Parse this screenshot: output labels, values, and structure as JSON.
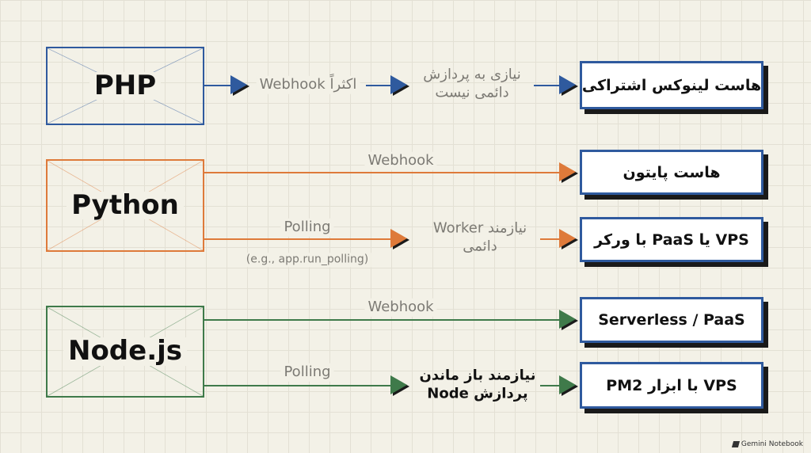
{
  "colors": {
    "php": "#2f5a9e",
    "python": "#de7a3a",
    "node": "#3f7a4a",
    "target_border": "#2f5a9e"
  },
  "php": {
    "label": "PHP",
    "edge_label_1": "اکثراً Webhook",
    "middle_line1": "نیازی به پردازش",
    "middle_line2": "دائمی نیست",
    "target": "هاست لینوکس اشتراکی"
  },
  "python": {
    "label": "Python",
    "webhook_label": "Webhook",
    "webhook_target": "هاست پایتون",
    "polling_label": "Polling",
    "polling_note": "(e.g., app.run_polling)",
    "middle_line1": "نیازمند Worker",
    "middle_line2": "دائمی",
    "polling_target": "VPS یا PaaS با ورکر"
  },
  "node": {
    "label": "Node.js",
    "webhook_label": "Webhook",
    "webhook_target": "Serverless / PaaS",
    "polling_label": "Polling",
    "middle_line1": "نیازمند باز ماندن",
    "middle_line2": "پردازش Node",
    "polling_target": "VPS با ابزار PM2"
  },
  "watermark": "Gemini Notebook"
}
